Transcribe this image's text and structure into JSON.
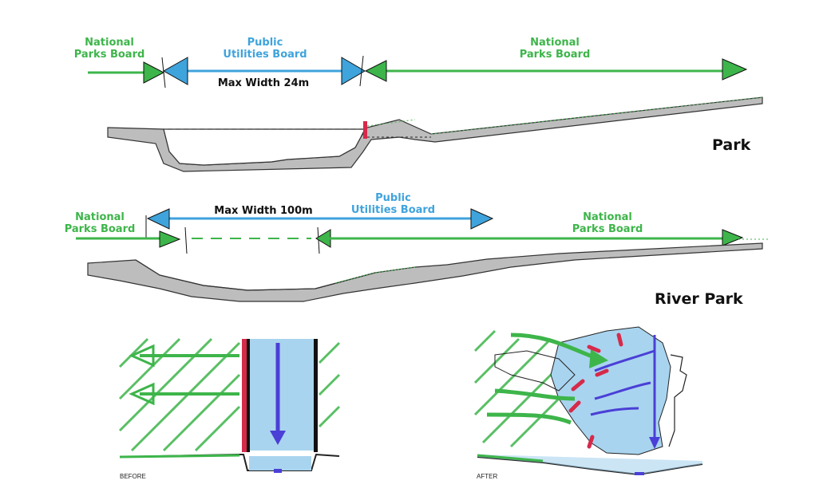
{
  "top": {
    "left_label": "National\nParks Board",
    "mid_label": "Public\nUtilities Board",
    "right_label": "National\nParks Board",
    "width_label": "Max Width 24m",
    "section_title": "Park"
  },
  "middle": {
    "left_label": "National\nParks Board",
    "mid_label": "Public\nUtilities Board",
    "right_label": "National\nParks Board",
    "width_label": "Max Width 100m",
    "section_title": "River Park"
  },
  "bottom": {
    "before_label": "BEFORE",
    "after_label": "AFTER"
  },
  "colors": {
    "green": "#3db54a",
    "blue": "#3fa3dc",
    "water": "#a9d4ef",
    "dark_blue": "#4a3fd6",
    "red": "#d62a4a",
    "ground": "#555555"
  }
}
